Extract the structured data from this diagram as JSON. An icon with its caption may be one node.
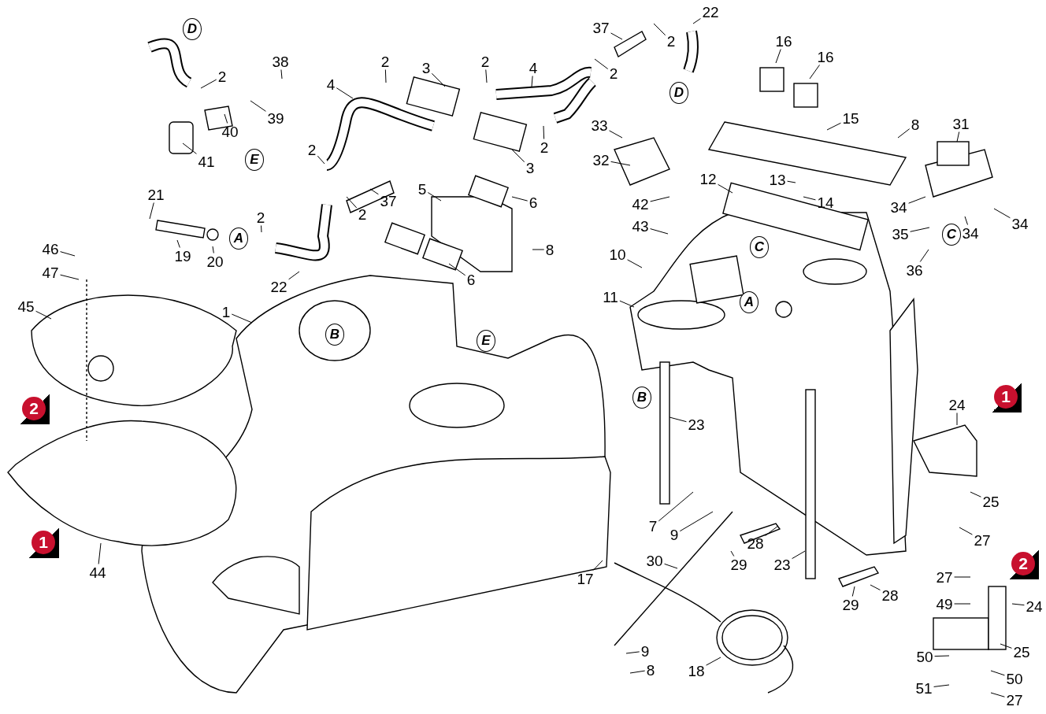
{
  "diagram": {
    "nodes": [
      {
        "text": [
          "2"
        ]
      },
      {
        "text": [
          "38"
        ]
      },
      {
        "text": [
          "39"
        ]
      },
      {
        "text": [
          "40"
        ]
      },
      {
        "text": [
          "41"
        ]
      },
      {
        "text": [
          "4"
        ]
      },
      {
        "text": [
          "2"
        ]
      },
      {
        "text": [
          "3"
        ]
      },
      {
        "text": [
          "2"
        ]
      },
      {
        "text": [
          "4"
        ]
      },
      {
        "text": [
          "37"
        ]
      },
      {
        "text": [
          "2"
        ]
      },
      {
        "text": [
          "22"
        ]
      },
      {
        "text": [
          "2"
        ]
      },
      {
        "text": [
          "2"
        ]
      },
      {
        "text": [
          "2"
        ]
      },
      {
        "text": [
          "3"
        ]
      },
      {
        "text": [
          "5"
        ]
      },
      {
        "text": [
          "6"
        ]
      },
      {
        "text": [
          "8"
        ]
      },
      {
        "text": [
          "6"
        ]
      },
      {
        "text": [
          "37"
        ]
      },
      {
        "text": [
          "2"
        ]
      },
      {
        "text": [
          "21"
        ]
      },
      {
        "text": [
          "2"
        ]
      },
      {
        "text": [
          "19"
        ]
      },
      {
        "text": [
          "20"
        ]
      },
      {
        "text": [
          "22"
        ]
      },
      {
        "text": [
          "46"
        ]
      },
      {
        "text": [
          "47"
        ]
      },
      {
        "text": [
          "45"
        ]
      },
      {
        "text": [
          "1"
        ]
      },
      {
        "text": [
          "44"
        ]
      },
      {
        "text": [
          "33"
        ]
      },
      {
        "text": [
          "32"
        ]
      },
      {
        "text": [
          "12"
        ]
      },
      {
        "text": [
          "16"
        ]
      },
      {
        "text": [
          "16"
        ]
      },
      {
        "text": [
          "15"
        ]
      },
      {
        "text": [
          "8"
        ]
      },
      {
        "text": [
          "13"
        ]
      },
      {
        "text": [
          "14"
        ]
      },
      {
        "text": [
          "31"
        ]
      },
      {
        "text": [
          "34"
        ]
      },
      {
        "text": [
          "35"
        ]
      },
      {
        "text": [
          "34"
        ]
      },
      {
        "text": [
          "34"
        ]
      },
      {
        "text": [
          "36"
        ]
      },
      {
        "text": [
          "42"
        ]
      },
      {
        "text": [
          "43"
        ]
      },
      {
        "text": [
          "10"
        ]
      },
      {
        "text": [
          "11"
        ]
      },
      {
        "text": [
          "23"
        ]
      },
      {
        "text": [
          "24"
        ]
      },
      {
        "text": [
          "25"
        ]
      },
      {
        "text": [
          "27"
        ]
      },
      {
        "text": [
          "7"
        ]
      },
      {
        "text": [
          "9"
        ]
      },
      {
        "text": [
          "28"
        ]
      },
      {
        "text": [
          "29"
        ]
      },
      {
        "text": [
          "30"
        ]
      },
      {
        "text": [
          "17"
        ]
      },
      {
        "text": [
          "23"
        ]
      },
      {
        "text": [
          "28"
        ]
      },
      {
        "text": [
          "29"
        ]
      },
      {
        "text": [
          "27"
        ]
      },
      {
        "text": [
          "49"
        ]
      },
      {
        "text": [
          "24"
        ]
      },
      {
        "text": [
          "25"
        ]
      },
      {
        "text": [
          "50"
        ]
      },
      {
        "text": [
          "50"
        ]
      },
      {
        "text": [
          "51"
        ]
      },
      {
        "text": [
          "27"
        ]
      },
      {
        "text": [
          "9"
        ]
      },
      {
        "text": [
          "8"
        ]
      },
      {
        "text": [
          "18"
        ]
      },
      {
        "text": [
          "D"
        ]
      },
      {
        "text": [
          "D"
        ]
      },
      {
        "text": [
          "E"
        ]
      },
      {
        "text": [
          "E"
        ]
      },
      {
        "text": [
          "A"
        ]
      },
      {
        "text": [
          "A"
        ]
      },
      {
        "text": [
          "B"
        ]
      },
      {
        "text": [
          "B"
        ]
      },
      {
        "text": [
          "C"
        ]
      },
      {
        "text": [
          "C"
        ]
      },
      {
        "text": [
          "2"
        ]
      },
      {
        "text": [
          "1"
        ]
      },
      {
        "text": [
          "1"
        ]
      },
      {
        "text": [
          "2"
        ]
      }
    ],
    "edges": [
      {
        "from": 0,
        "to": null,
        "arrow": "none"
      },
      {
        "from": 1,
        "to": null,
        "arrow": "none"
      },
      {
        "from": 2,
        "to": null,
        "arrow": "none"
      },
      {
        "from": 3,
        "to": null,
        "arrow": "none"
      },
      {
        "from": 4,
        "to": null,
        "arrow": "none"
      },
      {
        "from": 5,
        "to": null,
        "arrow": "none"
      },
      {
        "from": 6,
        "to": null,
        "arrow": "none"
      },
      {
        "from": 7,
        "to": null,
        "arrow": "none"
      },
      {
        "from": 8,
        "to": null,
        "arrow": "none"
      },
      {
        "from": 9,
        "to": null,
        "arrow": "none"
      },
      {
        "from": 10,
        "to": null,
        "arrow": "none"
      },
      {
        "from": 11,
        "to": null,
        "arrow": "none"
      },
      {
        "from": 12,
        "to": null,
        "arrow": "none"
      },
      {
        "from": 13,
        "to": null,
        "arrow": "none"
      },
      {
        "from": 14,
        "to": null,
        "arrow": "none"
      },
      {
        "from": 15,
        "to": null,
        "arrow": "none"
      },
      {
        "from": 16,
        "to": null,
        "arrow": "none"
      },
      {
        "from": 17,
        "to": null,
        "arrow": "none"
      },
      {
        "from": 18,
        "to": null,
        "arrow": "none"
      },
      {
        "from": 19,
        "to": null,
        "arrow": "none"
      },
      {
        "from": 20,
        "to": null,
        "arrow": "none"
      },
      {
        "from": 21,
        "to": null,
        "arrow": "none"
      },
      {
        "from": 22,
        "to": null,
        "arrow": "none"
      },
      {
        "from": 23,
        "to": null,
        "arrow": "none"
      },
      {
        "from": 24,
        "to": null,
        "arrow": "none"
      },
      {
        "from": 25,
        "to": null,
        "arrow": "none"
      },
      {
        "from": 26,
        "to": null,
        "arrow": "none"
      },
      {
        "from": 27,
        "to": null,
        "arrow": "none"
      },
      {
        "from": 28,
        "to": null,
        "arrow": "none"
      },
      {
        "from": 29,
        "to": null,
        "arrow": "none"
      },
      {
        "from": 30,
        "to": null,
        "arrow": "none"
      },
      {
        "from": 31,
        "to": null,
        "arrow": "none"
      },
      {
        "from": 32,
        "to": null,
        "arrow": "none"
      },
      {
        "from": 33,
        "to": null,
        "arrow": "none"
      },
      {
        "from": 34,
        "to": null,
        "arrow": "none"
      },
      {
        "from": 35,
        "to": null,
        "arrow": "none"
      },
      {
        "from": 36,
        "to": null,
        "arrow": "none"
      },
      {
        "from": 37,
        "to": null,
        "arrow": "none"
      },
      {
        "from": 38,
        "to": null,
        "arrow": "none"
      },
      {
        "from": 39,
        "to": null,
        "arrow": "none"
      },
      {
        "from": 40,
        "to": null,
        "arrow": "none"
      },
      {
        "from": 41,
        "to": null,
        "arrow": "none"
      },
      {
        "from": 42,
        "to": null,
        "arrow": "none"
      },
      {
        "from": 43,
        "to": null,
        "arrow": "none"
      },
      {
        "from": 44,
        "to": null,
        "arrow": "none"
      },
      {
        "from": 45,
        "to": null,
        "arrow": "none"
      },
      {
        "from": 46,
        "to": null,
        "arrow": "none"
      },
      {
        "from": 47,
        "to": null,
        "arrow": "none"
      },
      {
        "from": 48,
        "to": null,
        "arrow": "none"
      },
      {
        "from": 49,
        "to": null,
        "arrow": "none"
      },
      {
        "from": 50,
        "to": null,
        "arrow": "none"
      },
      {
        "from": 51,
        "to": null,
        "arrow": "none"
      },
      {
        "from": 52,
        "to": null,
        "arrow": "none"
      },
      {
        "from": 53,
        "to": null,
        "arrow": "none"
      },
      {
        "from": 54,
        "to": null,
        "arrow": "none"
      },
      {
        "from": 55,
        "to": null,
        "arrow": "none"
      },
      {
        "from": 56,
        "to": null,
        "arrow": "none"
      },
      {
        "from": 57,
        "to": null,
        "arrow": "none"
      },
      {
        "from": 58,
        "to": null,
        "arrow": "none"
      },
      {
        "from": 59,
        "to": null,
        "arrow": "none"
      },
      {
        "from": 60,
        "to": null,
        "arrow": "none"
      },
      {
        "from": 61,
        "to": null,
        "arrow": "none"
      },
      {
        "from": 62,
        "to": null,
        "arrow": "none"
      },
      {
        "from": 63,
        "to": null,
        "arrow": "none"
      },
      {
        "from": 64,
        "to": null,
        "arrow": "none"
      },
      {
        "from": 65,
        "to": null,
        "arrow": "none"
      },
      {
        "from": 66,
        "to": null,
        "arrow": "none"
      },
      {
        "from": 67,
        "to": null,
        "arrow": "none"
      },
      {
        "from": 68,
        "to": null,
        "arrow": "none"
      },
      {
        "from": 69,
        "to": null,
        "arrow": "none"
      },
      {
        "from": 70,
        "to": null,
        "arrow": "none"
      },
      {
        "from": 71,
        "to": null,
        "arrow": "none"
      },
      {
        "from": 72,
        "to": null,
        "arrow": "none"
      },
      {
        "from": 73,
        "to": null,
        "arrow": "none"
      },
      {
        "from": 74,
        "to": null,
        "arrow": "none"
      },
      {
        "from": 75,
        "to": null,
        "arrow": "none"
      }
    ]
  }
}
